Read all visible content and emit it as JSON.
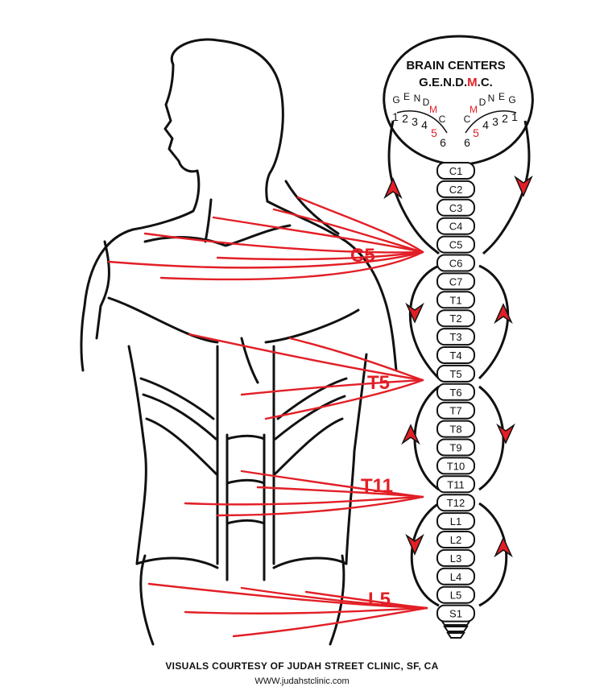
{
  "colors": {
    "line": "#111111",
    "accent": "#e21f26",
    "background": "#ffffff"
  },
  "brain": {
    "title": "BRAIN CENTERS",
    "code_parts": [
      "G.E.N.D.",
      "M",
      ".C."
    ],
    "left_letters": [
      "G",
      "E",
      "N",
      "D",
      "M",
      "C"
    ],
    "left_numbers": [
      "1",
      "2",
      "3",
      "4",
      "5",
      "6"
    ],
    "right_letters": [
      "C",
      "M",
      "D",
      "N",
      "E",
      "G"
    ],
    "right_numbers": [
      "6",
      "5",
      "4",
      "3",
      "2",
      "1"
    ]
  },
  "vertebrae": [
    "C1",
    "C2",
    "C3",
    "C4",
    "C5",
    "C6",
    "C7",
    "T1",
    "T2",
    "T3",
    "T4",
    "T5",
    "T6",
    "T7",
    "T8",
    "T9",
    "T10",
    "T11",
    "T12",
    "L1",
    "L2",
    "L3",
    "L4",
    "L5",
    "S1"
  ],
  "zones": [
    {
      "label": "C5"
    },
    {
      "label": "T5"
    },
    {
      "label": "T11"
    },
    {
      "label": "L5"
    }
  ],
  "credits": {
    "line1": "VISUALS COURTESY OF JUDAH STREET CLINIC, SF, CA",
    "line2": "WWW.judahstclinic.com"
  }
}
